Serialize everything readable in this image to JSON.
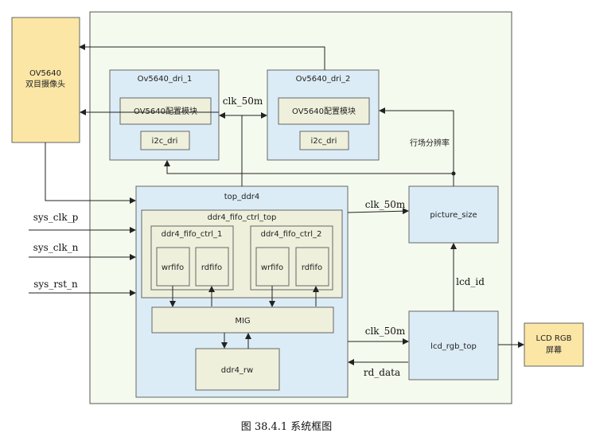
{
  "diagram": {
    "camera": {
      "line1": "OV5640",
      "line2": "双目摄像头"
    },
    "dri_1": {
      "title": "Ov5640_dri_1",
      "cfg": "OV5640配置模块",
      "i2c": "i2c_dri"
    },
    "dri_2": {
      "title": "Ov5640_dri_2",
      "cfg": "OV5640配置模块",
      "i2c": "i2c_dri"
    },
    "top_ddr4": {
      "title": "top_ddr4"
    },
    "fifo_top": {
      "title": "ddr4_fifo_ctrl_top"
    },
    "fifo_1": {
      "title": "ddr4_fifo_ctrl_1",
      "wr": "wrfifo",
      "rd": "rdfifo"
    },
    "fifo_2": {
      "title": "ddr4_fifo_ctrl_2",
      "wr": "wrfifo",
      "rd": "rdfifo"
    },
    "mig": "MIG",
    "ddr4_rw": "ddr4_rw",
    "picture_size": "picture_size",
    "lcd_rgb_top": "lcd_rgb_top",
    "lcd": {
      "line1": "LCD RGB",
      "line2": "屏幕"
    },
    "signals": {
      "clk_top": "clk_50m",
      "resolution": "行场分辨率",
      "clk_pic": "clk_50m",
      "lcd_id": "lcd_id",
      "clk_lcd": "clk_50m",
      "rd_data": "rd_data",
      "sys_clk_p": "sys_clk_p",
      "sys_clk_n": "sys_clk_n",
      "sys_rst_n": "sys_rst_n"
    },
    "caption": "图  38.4.1  系统框图"
  }
}
